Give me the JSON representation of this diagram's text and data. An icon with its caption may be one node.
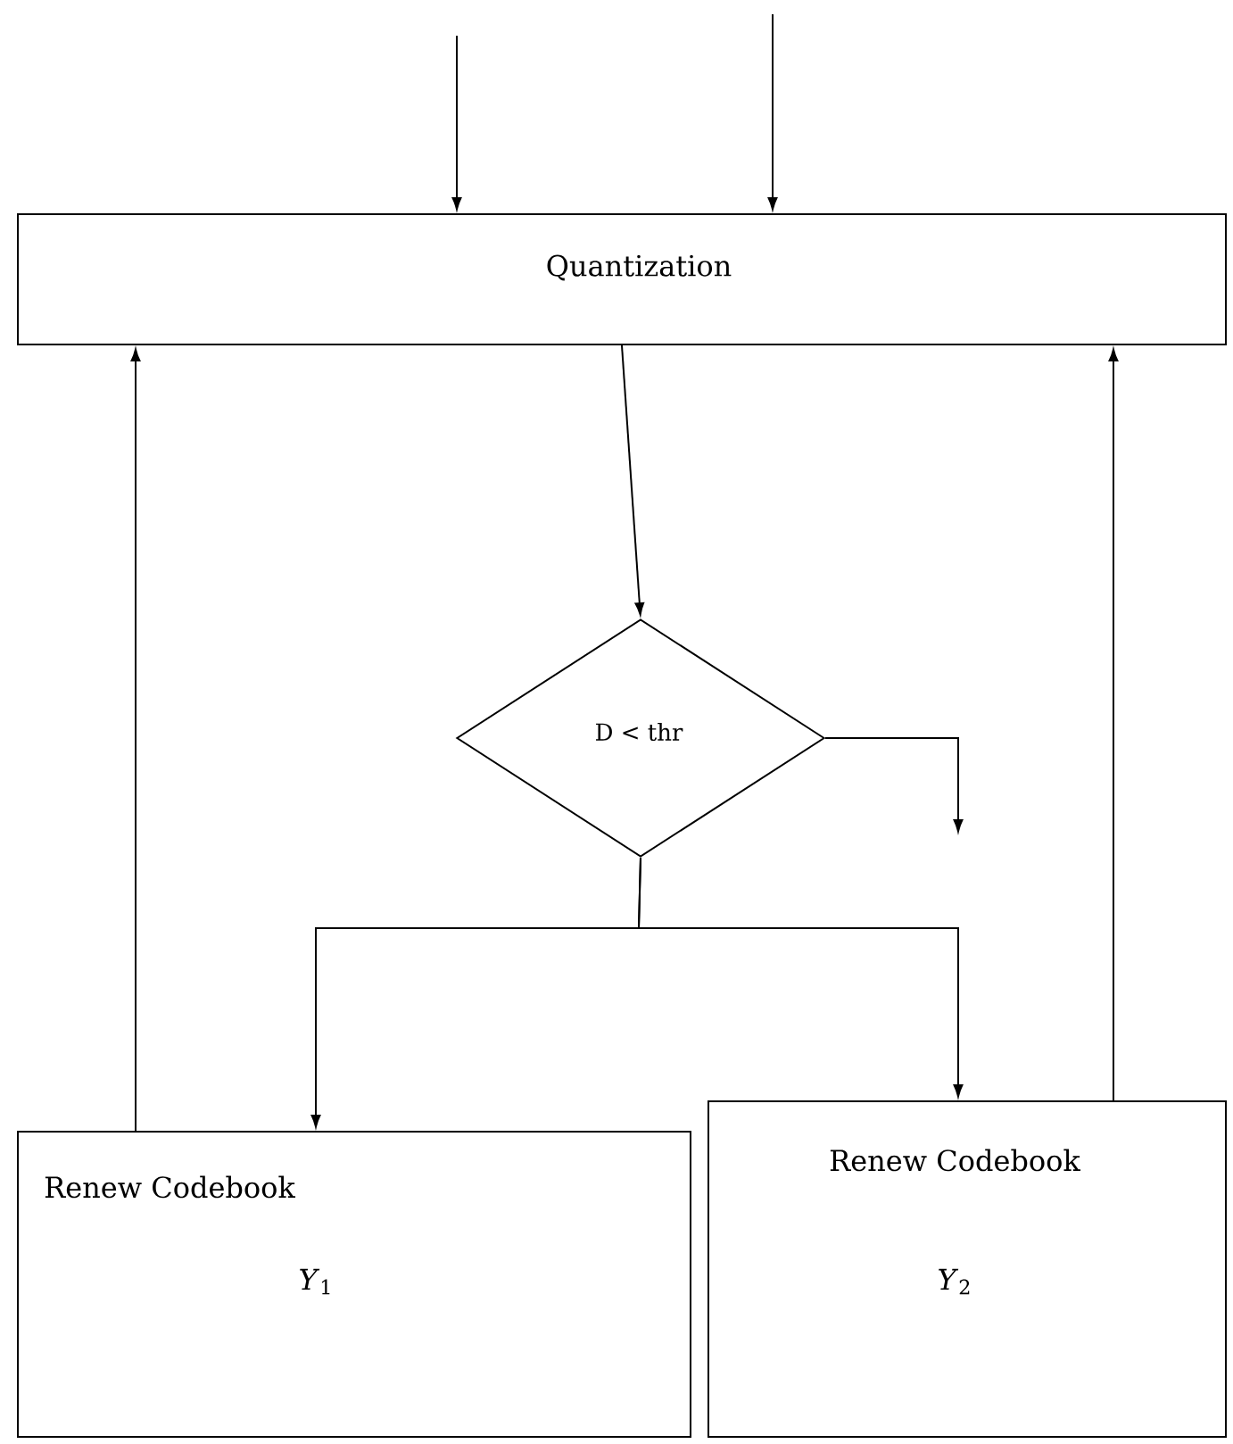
{
  "diagram": {
    "nodes": [
      {
        "text": [
          "Quantization"
        ]
      },
      {
        "text": [
          "D < thr"
        ]
      },
      {
        "text": [
          "Renew Codebook",
          "*Y*$_{1}$"
        ]
      },
      {
        "text": [
          "Renew Codebook",
          "*Y*$_{2}$"
        ]
      }
    ],
    "edges": [
      {
        "from": null,
        "to": 0,
        "arrow": "to"
      },
      {
        "from": null,
        "to": 0,
        "arrow": "to"
      },
      {
        "from": 0,
        "to": 1,
        "arrow": "to"
      },
      {
        "from": 1,
        "to": null,
        "arrow": "to"
      },
      {
        "from": 1,
        "to": 2,
        "arrow": "to"
      },
      {
        "from": 1,
        "to": 3,
        "arrow": "to"
      },
      {
        "from": 2,
        "to": 0,
        "arrow": "to"
      },
      {
        "from": 3,
        "to": 0,
        "arrow": "to"
      }
    ]
  }
}
